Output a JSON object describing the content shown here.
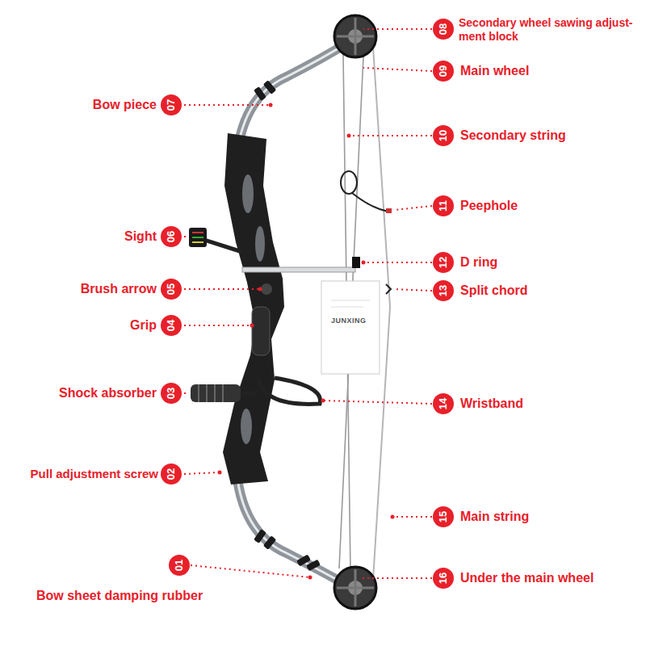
{
  "diagram": {
    "labels": [
      "08",
      "Secondary wheel sawing adjust- ment block",
      "09",
      "Main wheel",
      "07",
      "Bow piece",
      "10",
      "Secondary string",
      "11",
      "Peephole",
      "06",
      "Sight",
      "12",
      "D ring",
      "05",
      "Brush arrow",
      "13",
      "Split chord",
      "04",
      "Grip",
      "03",
      "Shock absorber",
      "14",
      "Wristband",
      "02",
      "Pull adjustment screw",
      "15",
      "Main string",
      "01",
      "Bow sheet damping rubber",
      "16",
      "Under the main wheel",
      "JUNXING"
    ]
  }
}
